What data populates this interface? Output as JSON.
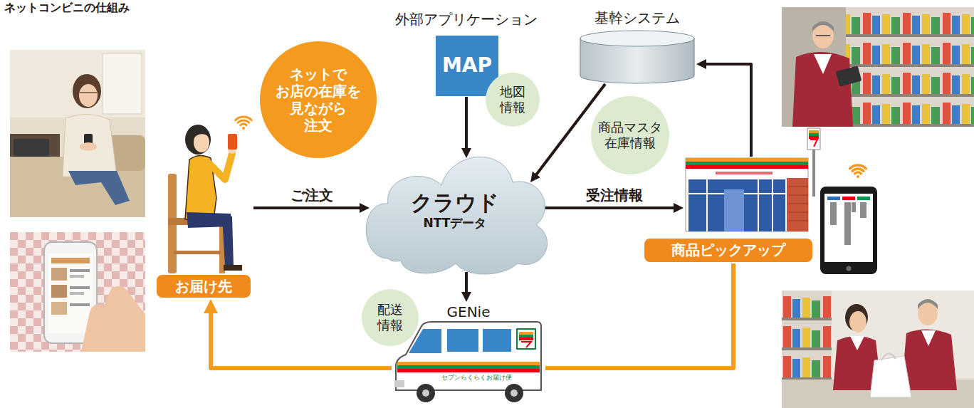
{
  "diagram": {
    "title": "ネットコンビニの仕組み",
    "nodes": [
      {
        "text": [
          "お届け先"
        ]
      },
      {
        "text": [
          "ネットで お店の在庫を 見ながら 注文"
        ]
      },
      {
        "text": [
          "外部アプリケーション",
          "MAP"
        ]
      },
      {
        "text": [
          "地図 情報"
        ]
      },
      {
        "text": [
          "基幹システム"
        ]
      },
      {
        "text": [
          "商品マスタ 在庫情報"
        ]
      },
      {
        "text": [
          "クラウド",
          "NTTデータ"
        ]
      },
      {
        "text": [
          "商品ピックアップ"
        ]
      },
      {
        "text": [
          "配送 情報"
        ]
      },
      {
        "text": [
          "GENie",
          "セブンらくらくお届け便"
        ]
      }
    ],
    "edges": [
      {
        "from": 0,
        "to": 6,
        "arrow": "to",
        "label": "ご注文"
      },
      {
        "from": 6,
        "to": 7,
        "arrow": "to",
        "label": "受注情報"
      },
      {
        "from": 2,
        "to": 6,
        "arrow": "to"
      },
      {
        "from": 4,
        "to": 6,
        "arrow": "to"
      },
      {
        "from": 7,
        "to": 4,
        "arrow": "to"
      },
      {
        "from": 6,
        "to": 9,
        "arrow": "to"
      },
      {
        "from": 7,
        "to": 9,
        "arrow": "none"
      },
      {
        "from": 9,
        "to": 0,
        "arrow": "to"
      }
    ]
  }
}
